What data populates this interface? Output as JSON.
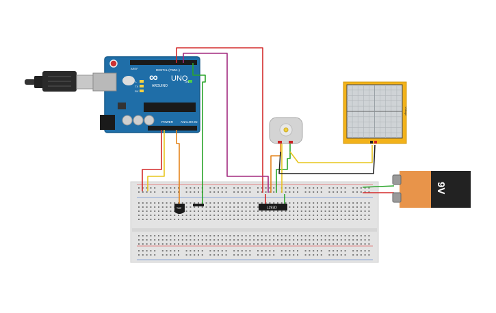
{
  "arduino": {
    "logo": "∞",
    "brand": "ARDUINO",
    "model": "UNO",
    "digital_label": "DIGITAL (PWM~)",
    "power_label": "POWER",
    "analog_label": "ANALOG IN",
    "tx_label": "TX",
    "rx_label": "RX",
    "l_label": "L",
    "on_label": "ON",
    "aref_label": "AREF"
  },
  "battery": {
    "label": "9V"
  },
  "chip": {
    "label": "L293D"
  },
  "sensor": {
    "label": "TMP"
  },
  "oscilloscope": {
    "label": "Voltage"
  },
  "colors": {
    "arduino_blue": "#1f6ea8",
    "breadboard": "#e3e3e3",
    "wire_red": "#d42a2a",
    "wire_yellow": "#e7c51c",
    "wire_green": "#2aa52a",
    "wire_orange": "#e4841b",
    "wire_purple": "#a2297f",
    "wire_black": "#222222",
    "battery_orange": "#e8944a",
    "battery_black": "#222222",
    "scope_yellow": "#f2b21a"
  }
}
